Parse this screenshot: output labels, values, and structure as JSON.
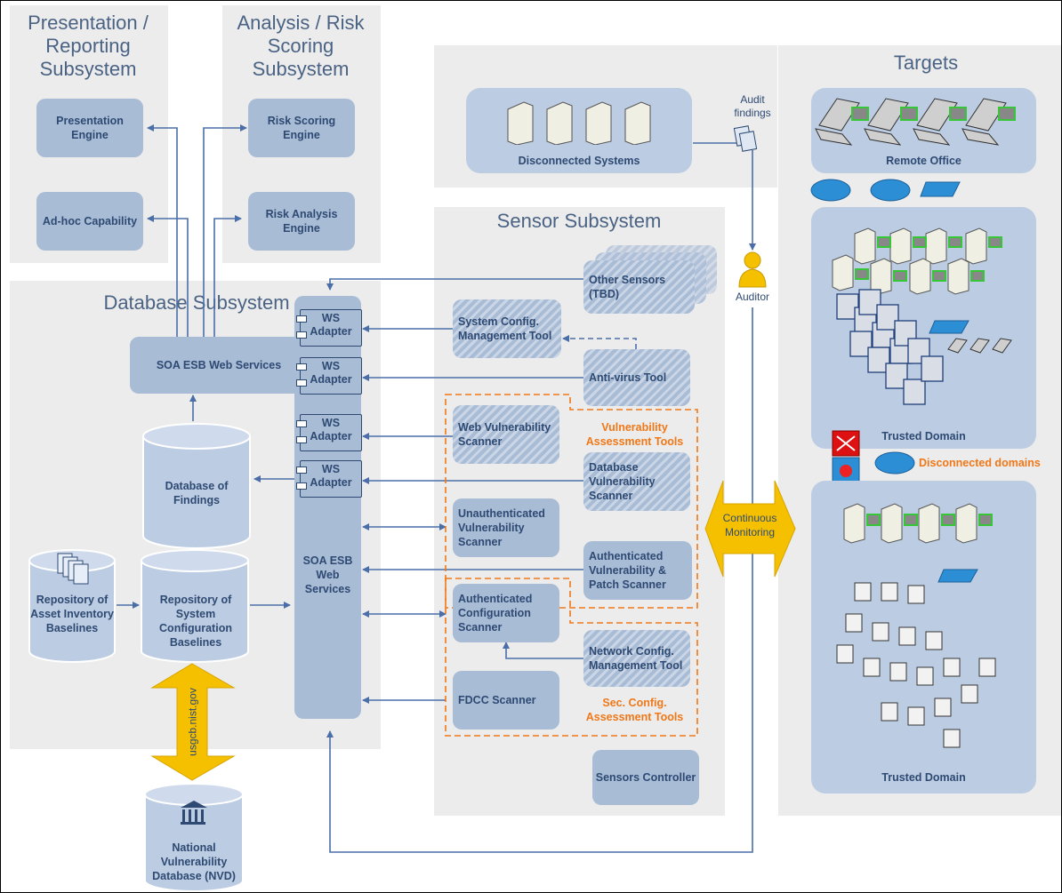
{
  "zones": {
    "presentation_title": "Presentation / Reporting Subsystem",
    "analysis_title": "Analysis / Risk Scoring Subsystem",
    "database_title": "Database Subsystem",
    "sensor_title": "Sensor Subsystem",
    "targets_title": "Targets"
  },
  "presentation": {
    "engine": "Presentation Engine",
    "adhoc": "Ad-hoc Capability"
  },
  "analysis": {
    "risk_scoring": "Risk Scoring Engine",
    "risk_analysis": "Risk Analysis Engine"
  },
  "database": {
    "soa_top": "SOA ESB Web Services",
    "findings": "Database of Findings",
    "asset_repo": "Repository of Asset Inventory Baselines",
    "config_repo": "Repository of System Configuration Baselines",
    "soa_bus": "SOA ESB Web Services",
    "ws_adapter": "WS Adapter",
    "nvd": "National Vulnerability Database (NVD)",
    "nvd_link": "usgcb.nist.gov"
  },
  "sensors": {
    "disconnected": "Disconnected Systems",
    "audit_findings": "Audit findings",
    "auditor": "Auditor",
    "other": "Other Sensors (TBD)",
    "sys_config": "System Config. Management Tool",
    "antivirus": "Anti-virus Tool",
    "web_vuln": "Web Vulnerability Scanner",
    "vuln_group": "Vulnerability Assessment Tools",
    "db_vuln": "Database Vulnerability Scanner",
    "unauth": "Unauthenticated Vulnerability Scanner",
    "auth_patch": "Authenticated Vulnerability & Patch Scanner",
    "auth_config": "Authenticated Configuration Scanner",
    "net_config": "Network Config. Management Tool",
    "fdcc": "FDCC Scanner",
    "sec_group": "Sec. Config. Assessment Tools",
    "controller": "Sensors Controller",
    "continuous": "Continuous Monitoring"
  },
  "targets": {
    "remote_office": "Remote Office",
    "trusted_1": "Trusted Domain",
    "disconnected_domains": "Disconnected domains",
    "trusted_2": "Trusted Domain"
  },
  "colors": {
    "box": "#a9bcd6",
    "box_text": "#2e4a73",
    "zone": "#ececec",
    "orange": "#f07818",
    "arrow_gold": "#f5c000",
    "line": "#4a6ea8"
  }
}
